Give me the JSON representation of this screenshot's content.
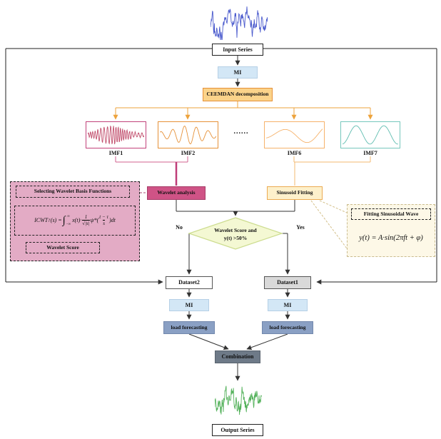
{
  "nodes": {
    "input_series": "Input Series",
    "mi_top": "MI",
    "ceemdan": "CEEMDAN decomposition",
    "dots": "......",
    "imf1": "IMF1",
    "imf2": "IMF2",
    "imf6": "IMF6",
    "imf7": "IMF7",
    "wavelet_analysis": "Wavelet analysis",
    "sinusoid_fitting": "Sinusoid Fitting",
    "decision_line1": "Wavelet Score and",
    "decision_line2": "y(t) >50%",
    "no": "No",
    "yes": "Yes",
    "dataset2": "Dataset2",
    "dataset1": "Dataset1",
    "mi_left": "MI",
    "mi_right": "MI",
    "load_forecasting_left": "load forecasting",
    "load_forecasting_right": "load forecasting",
    "combination": "Combination",
    "output_series": "Output Series"
  },
  "left_panel": {
    "title": "Selecting Wavelet Basis Functions",
    "score": "Wavelet Score",
    "formula": {
      "lhs": "ICWT",
      "lhs_sub": "f",
      "lhs_rest": "(s) =",
      "integral": "∫",
      "int_sup": "∞",
      "int_sub": "−∞",
      "term": "x(t)·",
      "num1": "1",
      "den1": "√|s|",
      "psi": "ψ*(",
      "num2": "t − τ",
      "den2": "s",
      "tail": ")dt"
    }
  },
  "right_panel": {
    "title": "Fitting Sinusoidal Wave",
    "formula": "y(t) = A·sin(2πft + φ)"
  },
  "signals": {
    "input": {
      "kind": "noise",
      "color": "#4a5acd"
    },
    "imf1": {
      "kind": "imf-high",
      "color": "#c2506e"
    },
    "imf2": {
      "kind": "imf-mid",
      "color": "#e69138"
    },
    "imf6": {
      "kind": "imf-low",
      "color": "#f6b26b"
    },
    "imf7": {
      "kind": "sine",
      "color": "#5fbdb0"
    },
    "output": {
      "kind": "noise",
      "color": "#55b25c"
    }
  },
  "colors": {
    "accent_orange": "#e69138",
    "accent_pink": "#cf5386",
    "mi_blue": "#d3e7f6",
    "forecast_blue": "#8aa0c4",
    "combination_gray": "#6e7a88"
  }
}
